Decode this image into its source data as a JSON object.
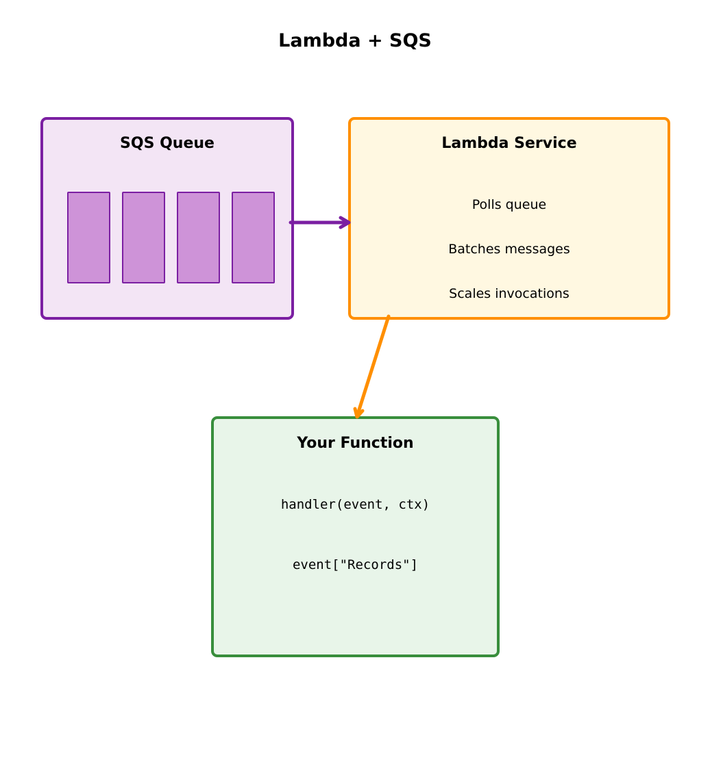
{
  "title": "Lambda + SQS",
  "colors": {
    "sqs_border": "#7b1fa2",
    "sqs_fill": "#f3e5f5",
    "message_fill": "#ce93d8",
    "lambda_border": "#ff8f00",
    "lambda_fill": "#fff8e1",
    "function_border": "#388e3c",
    "function_fill": "#e8f5e9"
  },
  "sqs_queue": {
    "title": "SQS Queue",
    "message_count": 4
  },
  "lambda_service": {
    "title": "Lambda Service",
    "lines": [
      "Polls queue",
      "Batches messages",
      "Scales invocations"
    ]
  },
  "your_function": {
    "title": "Your Function",
    "code_lines": [
      "handler(event, ctx)",
      "event[\"Records\"]"
    ]
  },
  "edges": [
    {
      "from": "sqs_queue",
      "to": "lambda_service"
    },
    {
      "from": "lambda_service",
      "to": "your_function"
    }
  ]
}
